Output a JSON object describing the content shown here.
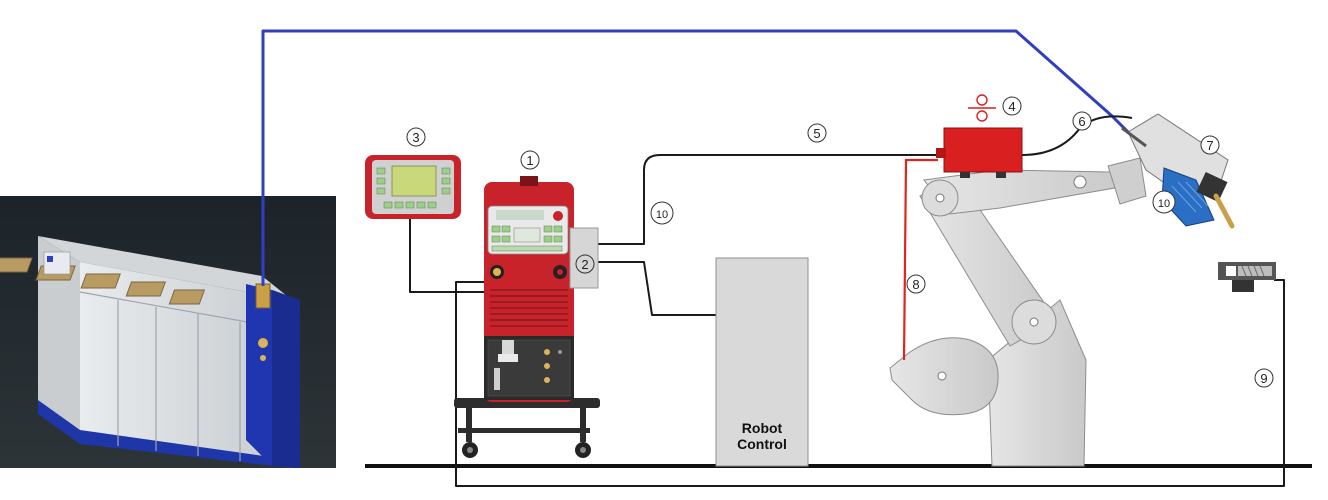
{
  "callouts": {
    "power_source": "1",
    "interface": "2",
    "remote_control": "3",
    "wire_feeder": "4",
    "cable_5": "5",
    "cable_6": "6",
    "torch": "7",
    "wire_guide": "8",
    "cable_9": "9",
    "cable_10_top": "10",
    "cable_10_torch": "10"
  },
  "robot_control": {
    "line1": "Robot",
    "line2": "Control"
  },
  "colors": {
    "accent_blue_cable": "#2f3fbf",
    "machine_red": "#c8222a",
    "wire_guide_red": "#e0241e",
    "cable_black": "#1a1a1a",
    "grey_panel": "#d9d9d9",
    "floor": "#111111"
  }
}
